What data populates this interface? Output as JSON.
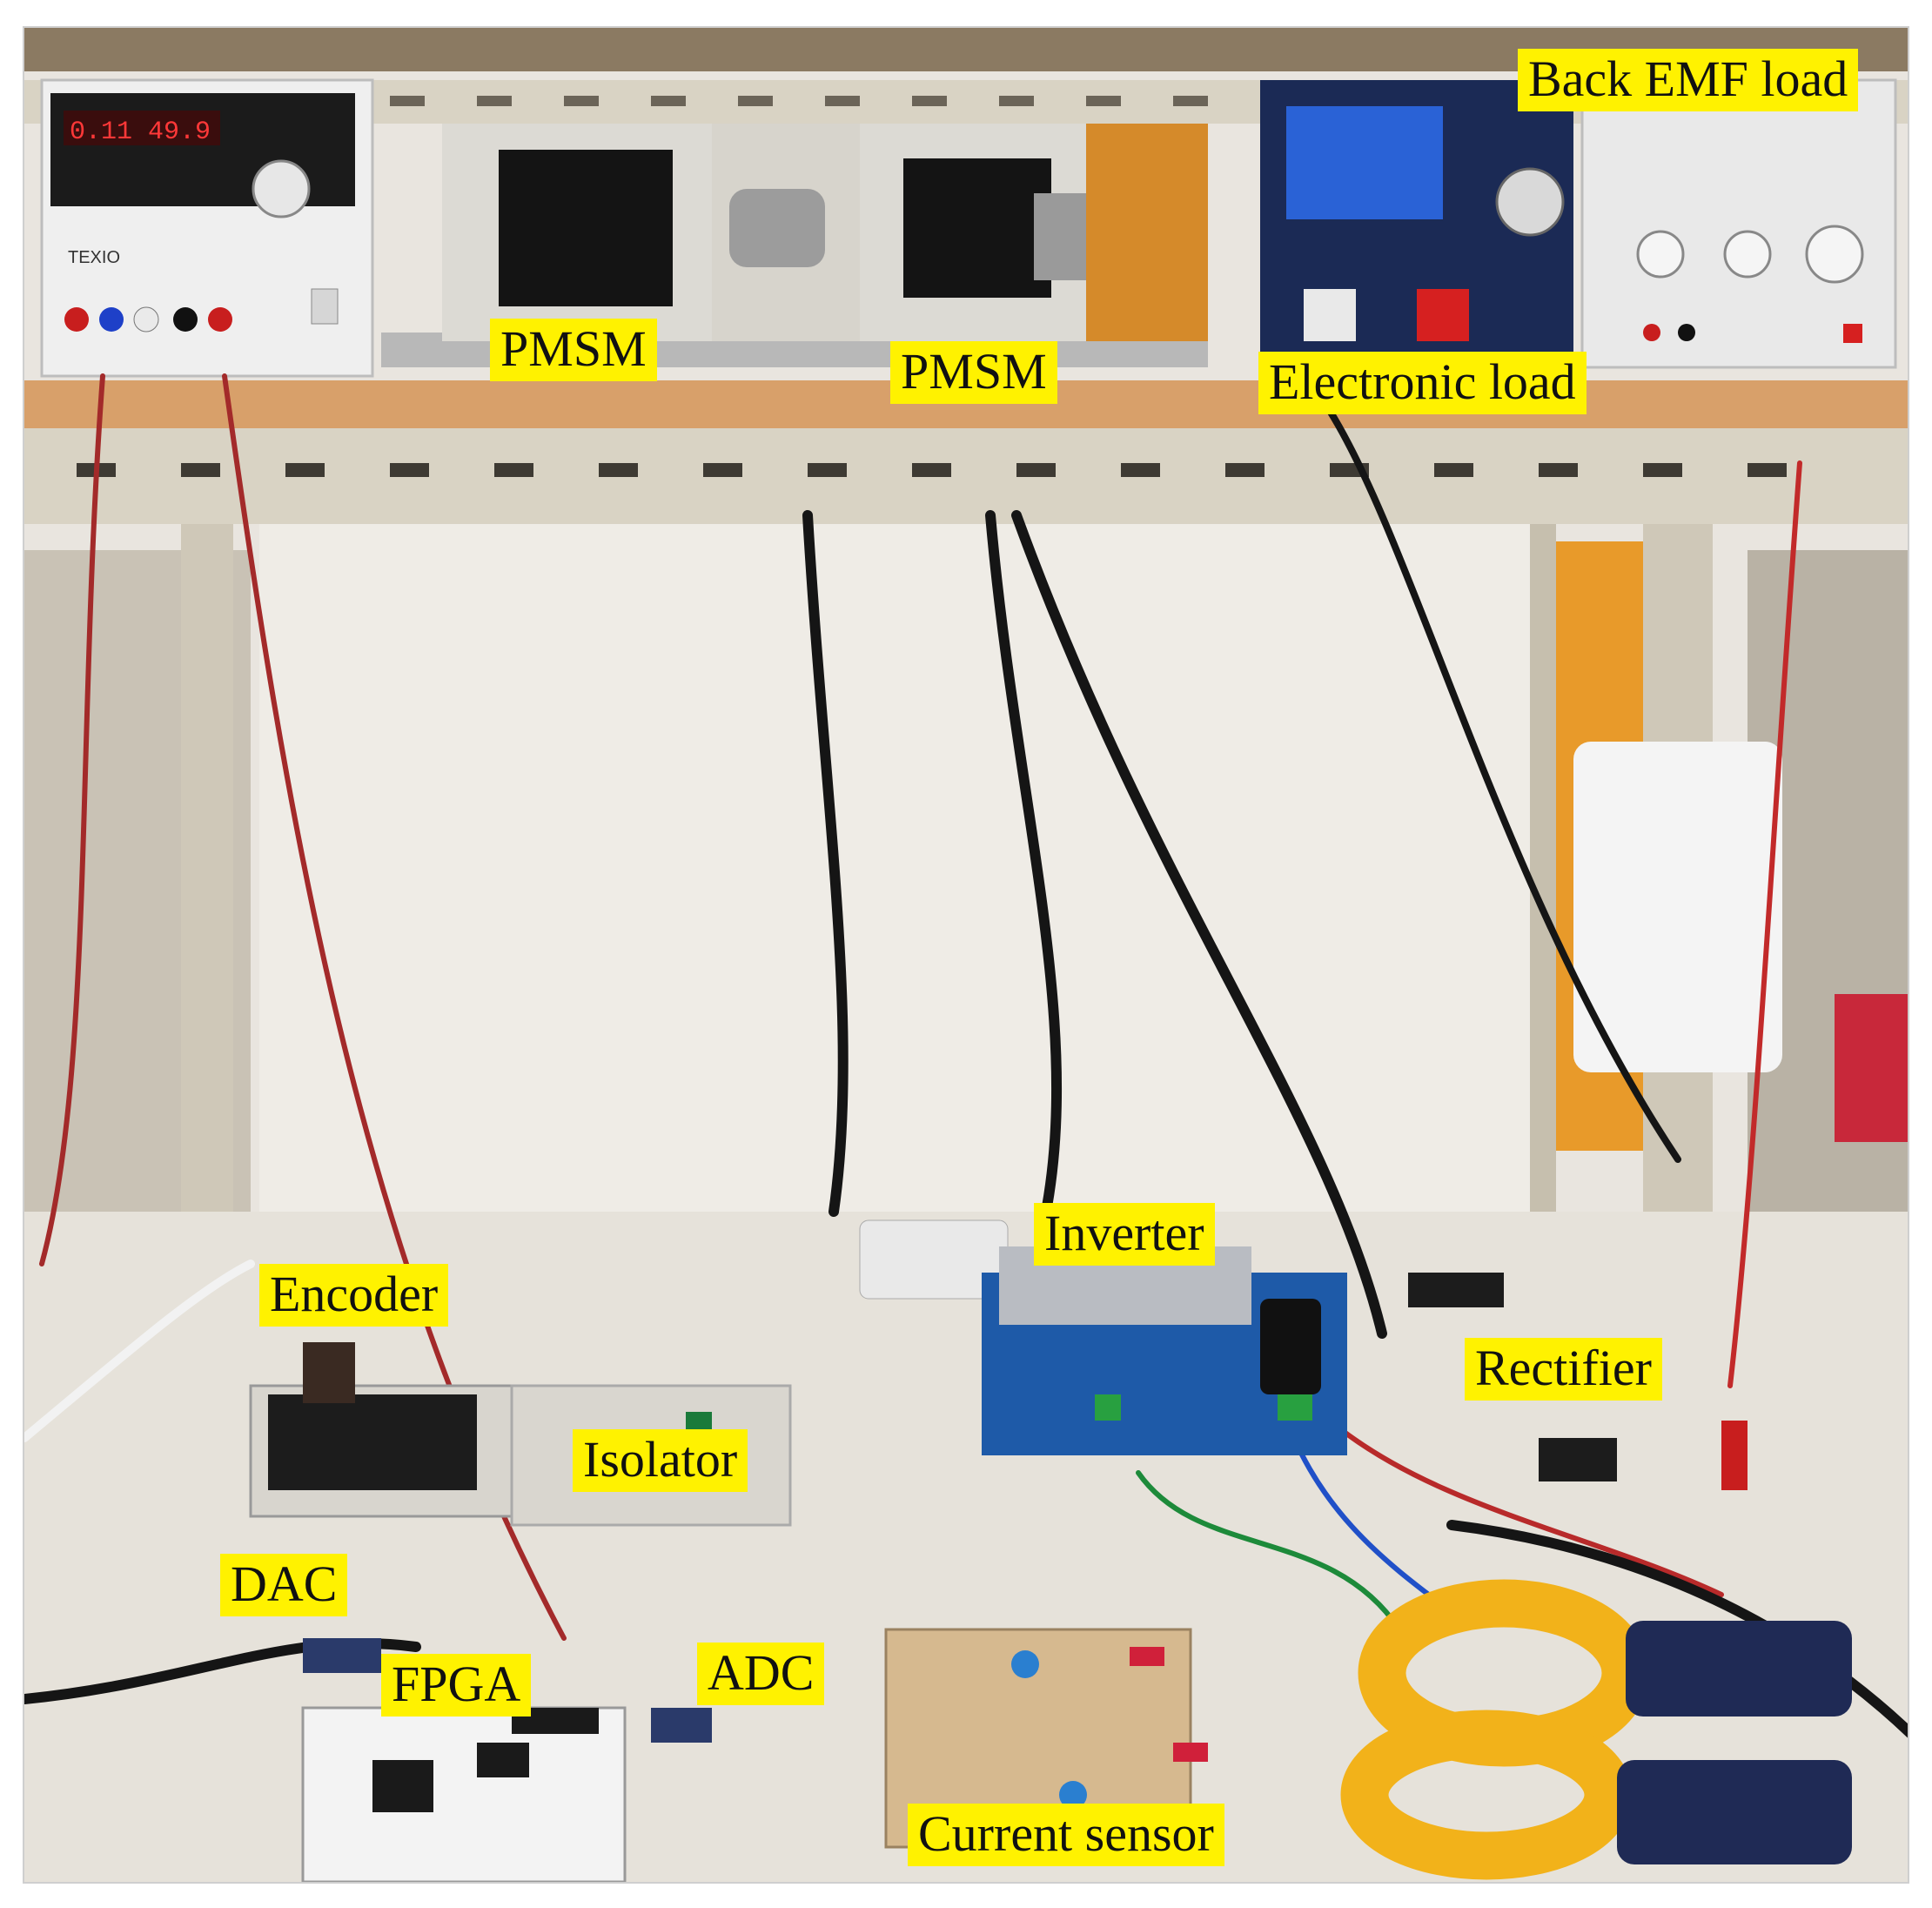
{
  "labels": {
    "back_emf_load": "Back EMF load",
    "pmsm_left": "PMSM",
    "pmsm_right": "PMSM",
    "electronic_load": "Electronic load",
    "inverter": "Inverter",
    "encoder": "Encoder",
    "rectifier": "Rectifier",
    "isolator": "Isolator",
    "dac": "DAC",
    "fpga": "FPGA",
    "adc": "ADC",
    "current_sensor": "Current sensor"
  },
  "devices": {
    "power_supply_brand": "TEXIO",
    "power_supply_display": "0.11  49.9"
  },
  "colors": {
    "label_background": "#fff200",
    "wall": "#e9e5df",
    "shelf_frame": "#d9d3c4",
    "shelf_wood": "#d8a06a",
    "desk": "#e6e2da",
    "pcb_blue": "#1e5aa8",
    "clamp_yellow": "#f2b21a"
  }
}
